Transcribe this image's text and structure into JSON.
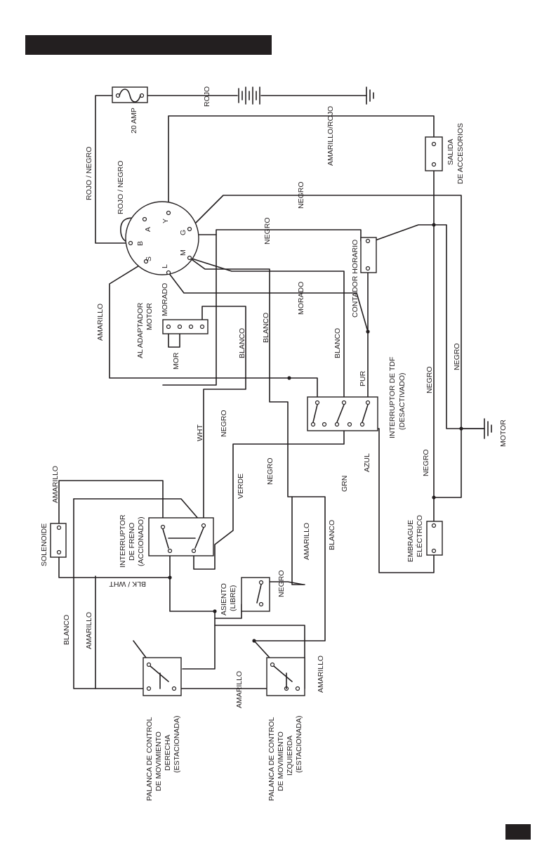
{
  "diagram": {
    "labels": {
      "fuse": "20 AMP",
      "rojo": "ROJO",
      "rojo_negro_1": "ROJO / NEGRO",
      "rojo_negro_2": "ROJO / NEGRO",
      "amarillo_rojo": "AMARILLO/ROJO",
      "salida_1": "SALIDA",
      "salida_2": "DE ACCESORIOS",
      "negro_1": "NEGRO",
      "negro_2": "NEGRO",
      "negro_3": "NEGRO",
      "negro_4": "NEGRO",
      "negro_5": "NEGRO",
      "negro_6": "NEGRO",
      "negro_7": "NEGRO",
      "negro_8": "NEGRO",
      "contador": "CONTADOR HORARIO",
      "morado_1": "MORADO",
      "morado_2": "MORADO",
      "amarillo_1": "AMARILLO",
      "amarillo_2": "AMARILLO",
      "amarillo_3": "AMARILLO",
      "amarillo_4": "AMARILLO",
      "amarillo_5": "AMARILLO",
      "amarillo_6": "AMARILLO",
      "adaptador_1": "AL ADAPTADOR",
      "adaptador_2": "MOTOR",
      "mor": "MOR",
      "blanco_1": "BLANCO",
      "blanco_2": "BLANCO",
      "blanco_3": "BLANCO",
      "blanco_4": "BLANCO",
      "blanco_5": "BLANCO",
      "pur": "PUR",
      "tdf_1": "INTERRUPTOR DE TDF",
      "tdf_2": "(DESACTIVADO)",
      "motor": "MOTOR",
      "wht": "WHT",
      "verde": "VERDE",
      "grn": "GRN",
      "azul": "AZUL",
      "freno_1": "INTERRUPTOR",
      "freno_2": "DE FRENO",
      "freno_3": "(ACCIONADO)",
      "solenoide": "SOLENOIDE",
      "blk_wht": "BLK / WHT",
      "embrague_1": "EMBRAGUE",
      "embrague_2": "ELÉCTRICO",
      "asiento_1": "ASIENTO",
      "asiento_2": "(LIBRE)",
      "pal_der_1": "PALANCA DE CONTROL",
      "pal_der_2": "DE MOVIMIENTO",
      "pal_der_3": "DERECHA",
      "pal_der_4": "(ESTACIONADA)",
      "pal_izq_1": "PALANCA DE CONTROL",
      "pal_izq_2": "DE MOVIMIENTO",
      "pal_izq_3": "IZQUIERDA",
      "pal_izq_4": "(ESTACIONADA)",
      "ign_b": "B",
      "ign_a": "A",
      "ign_y": "Y",
      "ign_g": "G",
      "ign_m": "M",
      "ign_l": "L",
      "ign_s": "S"
    }
  }
}
